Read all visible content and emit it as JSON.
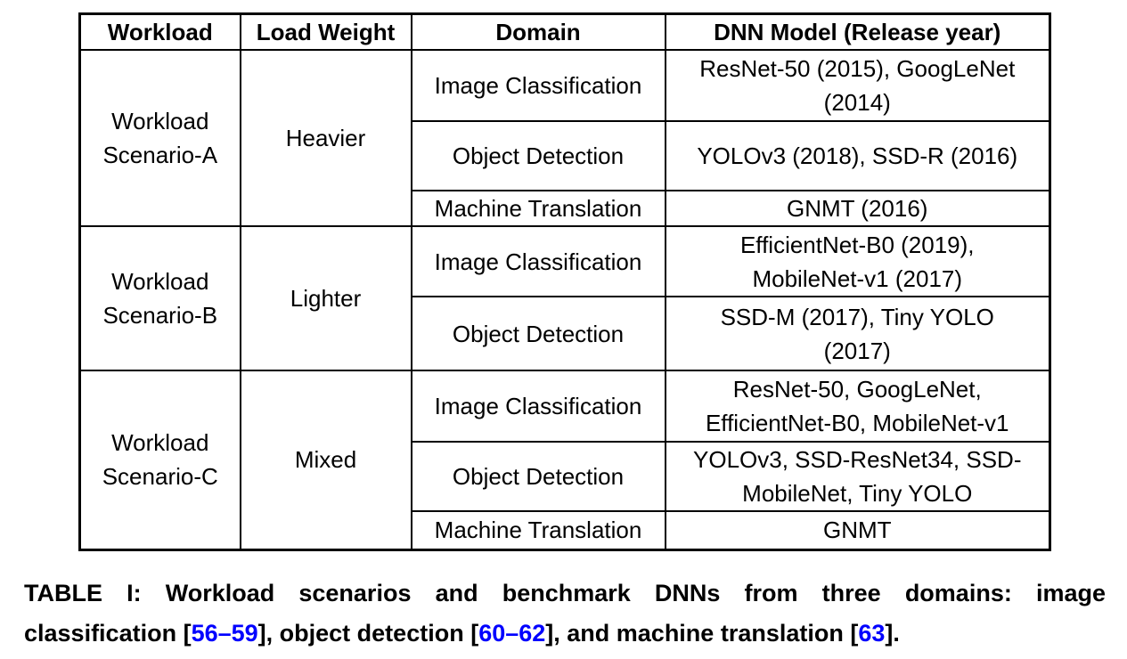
{
  "colors": {
    "text": "#000000",
    "citation": "#0000FF",
    "table_border": "#000000",
    "background": "#FFFFFF"
  },
  "table": {
    "headers": [
      "Workload",
      "Load Weight",
      "Domain",
      "DNN Model (Release year)"
    ],
    "groups": [
      {
        "workload": "Workload\nScenario-A",
        "load_weight": "Heavier",
        "rows": [
          {
            "domain": "Image Classification",
            "models": "ResNet-50 (2015), GoogLeNet\n(2014)"
          },
          {
            "domain": "Object Detection",
            "models": "YOLOv3 (2018), SSD-R (2016)"
          },
          {
            "domain": "Machine Translation",
            "models": "GNMT (2016)"
          }
        ]
      },
      {
        "workload": "Workload\nScenario-B",
        "load_weight": "Lighter",
        "rows": [
          {
            "domain": "Image Classification",
            "models": "EfficientNet-B0 (2019),\nMobileNet-v1 (2017)"
          },
          {
            "domain": "Object Detection",
            "models": "SSD-M (2017), Tiny YOLO\n(2017)"
          }
        ]
      },
      {
        "workload": "Workload\nScenario-C",
        "load_weight": "Mixed",
        "rows": [
          {
            "domain": "Image Classification",
            "models": "ResNet-50, GoogLeNet,\nEfficientNet-B0, MobileNet-v1"
          },
          {
            "domain": "Object Detection",
            "models": "YOLOv3, SSD-ResNet34, SSD-\nMobileNet, Tiny YOLO"
          },
          {
            "domain": "Machine Translation",
            "models": "GNMT"
          }
        ]
      }
    ]
  },
  "caption": {
    "lines": [
      {
        "segments": [
          {
            "text": "TABLE I: Workload scenarios and benchmark DNNs from three domains: image",
            "style": "normal"
          }
        ]
      },
      {
        "segments": [
          {
            "text": "classification [",
            "style": "normal"
          },
          {
            "text": "56–59",
            "style": "cite"
          },
          {
            "text": "], object detection [",
            "style": "normal"
          },
          {
            "text": "60–62",
            "style": "cite"
          },
          {
            "text": "], and machine translation [",
            "style": "normal"
          },
          {
            "text": "63",
            "style": "cite"
          },
          {
            "text": "].",
            "style": "normal"
          }
        ]
      }
    ]
  }
}
